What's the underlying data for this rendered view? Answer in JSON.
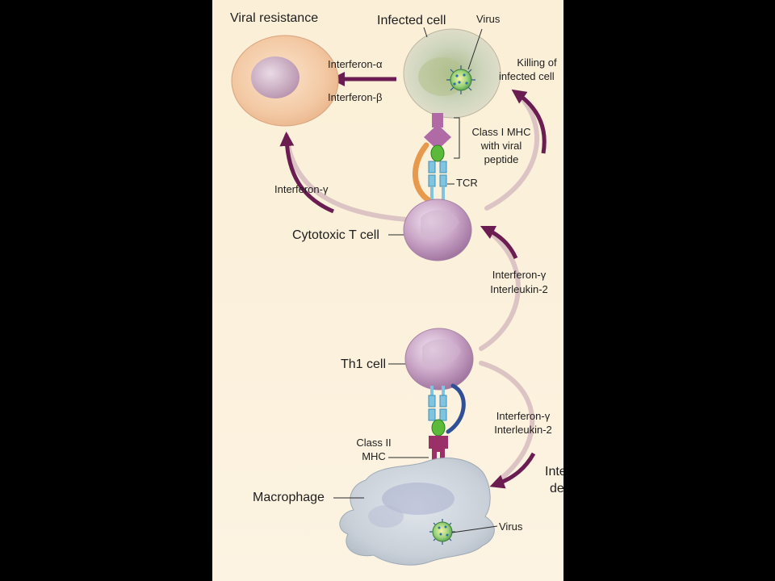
{
  "diagram": {
    "labels": {
      "viral_resistance": "Viral resistance",
      "infected_cell": "Infected cell",
      "virus_top": "Virus",
      "interferon_alpha": "Interferon-α",
      "interferon_beta": "Interferon-β",
      "killing_line1": "Killing of",
      "killing_line2": "infected cell",
      "class1_line1": "Class I MHC",
      "class1_line2": "with viral",
      "class1_line3": "peptide",
      "tcr": "TCR",
      "interferon_gamma_left": "Interferon-γ",
      "cytotoxic_t_cell": "Cytotoxic T cell",
      "mid_ifn": "Interferon-γ",
      "mid_il2": "Interleukin-2",
      "th1_cell": "Th1 cell",
      "low_ifn": "Interferon-γ",
      "low_il2": "Interleukin-2",
      "class2_line1": "Class II",
      "class2_line2": "MHC",
      "cut_text1": "Inte",
      "cut_text2": "de",
      "macrophage": "Macrophage",
      "virus_bottom": "Virus"
    },
    "colors": {
      "slide_background": "#000000",
      "panel_background": "#fbefd7",
      "arrow": "#6b1d52",
      "arc_light": "#dcc4c4",
      "t_cell": "#b98fb8",
      "resistant_cell": "#f3c9a4",
      "infected_cell": "#cfd6be",
      "macrophage": "#c9d0d8",
      "mhc1": "#b06aa6",
      "mhc2": "#9b2f68",
      "tcr": "#7fc4e0",
      "peptide": "#5cba3b",
      "orange_cd8": "#e79a4e",
      "blue_cd4": "#2f4f97"
    }
  }
}
